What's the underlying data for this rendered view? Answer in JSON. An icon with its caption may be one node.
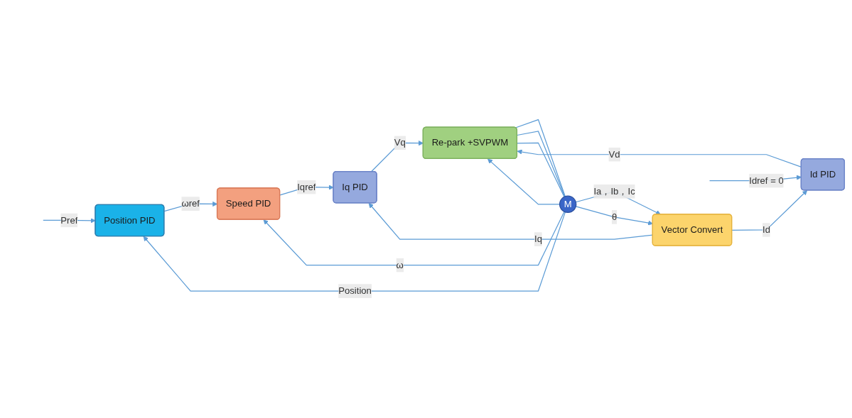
{
  "diagram": {
    "nodes": [
      {
        "text": [
          "Position PID"
        ]
      },
      {
        "text": [
          "Speed PID"
        ]
      },
      {
        "text": [
          "Iq PID"
        ]
      },
      {
        "text": [
          "Id PID"
        ]
      },
      {
        "text": [
          "Vector Convert"
        ]
      },
      {
        "text": [
          "Re-park +SVPWM"
        ]
      },
      {
        "text": [
          "M"
        ]
      }
    ],
    "edges": [
      {
        "from": null,
        "to": 0,
        "arrow": "to",
        "label": "Pref"
      },
      {
        "from": 0,
        "to": 1,
        "arrow": "to",
        "label": "ωref"
      },
      {
        "from": 1,
        "to": 2,
        "arrow": "to",
        "label": "Iqref"
      },
      {
        "from": 2,
        "to": 5,
        "arrow": "to",
        "label": "Vq"
      },
      {
        "from": null,
        "to": 3,
        "arrow": "to",
        "label": "Idref = 0"
      },
      {
        "from": 3,
        "to": 5,
        "arrow": "to",
        "label": "Vd"
      },
      {
        "from": 6,
        "to": 0,
        "arrow": "to",
        "label": "Position"
      },
      {
        "from": 6,
        "to": 1,
        "arrow": "to",
        "label": "ω"
      },
      {
        "from": 4,
        "to": 2,
        "arrow": "to",
        "label": "Iq"
      },
      {
        "from": 4,
        "to": 3,
        "arrow": "to",
        "label": "Id"
      },
      {
        "from": 6,
        "to": 4,
        "arrow": "to",
        "label": "Ia，Ib，Ic"
      },
      {
        "from": 6,
        "to": 4,
        "arrow": "to",
        "label": "θ"
      },
      {
        "from": 6,
        "to": 5,
        "arrow": "to"
      },
      {
        "from": 5,
        "to": 6,
        "arrow": "none"
      },
      {
        "from": 5,
        "to": 6,
        "arrow": "none"
      },
      {
        "from": 5,
        "to": 6,
        "arrow": "none"
      }
    ]
  }
}
